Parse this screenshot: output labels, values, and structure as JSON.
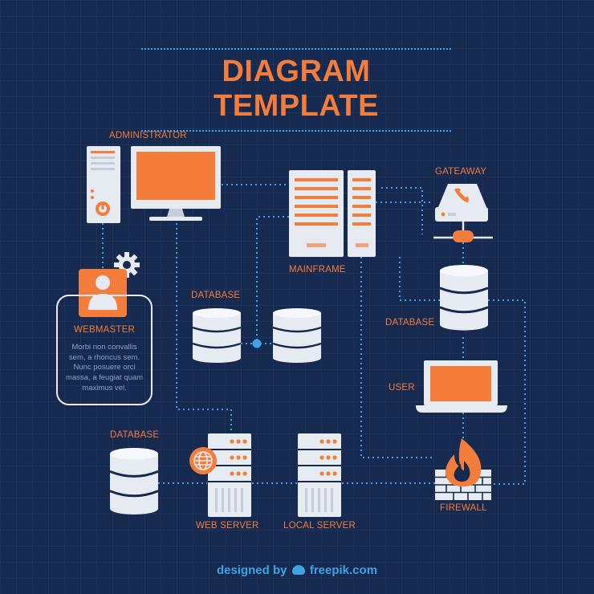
{
  "title": "DIAGRAM TEMPLATE",
  "nodes": {
    "administrator": "ADMINISTRATOR",
    "gateway": "GATEAWAY",
    "mainframe": "MAINFRAME",
    "webmaster": "WEBMASTER",
    "database_center": "DATABASE",
    "database_right": "DATABASE",
    "database_left": "DATABASE",
    "user": "USER",
    "web_server": "WEB SERVER",
    "local_server": "LOCAL SERVER",
    "firewall": "FIREWALL"
  },
  "webmaster_description": "Morbi non convallis sem, a rhoncus sem. Nunc posuere orci massa, a feugiat quam maximus vel.",
  "footer": {
    "prefix": "designed by",
    "brand": "freepik.com"
  },
  "colors": {
    "background": "#16294f",
    "accent": "#f47d3c",
    "connector": "#3ea3e8",
    "device": "#e8edf3"
  },
  "icons": [
    "desktop-computer-icon",
    "gear-icon",
    "user-icon",
    "mainframe-icon",
    "router-icon",
    "database-icon",
    "laptop-icon",
    "server-icon",
    "globe-icon",
    "firewall-icon"
  ]
}
